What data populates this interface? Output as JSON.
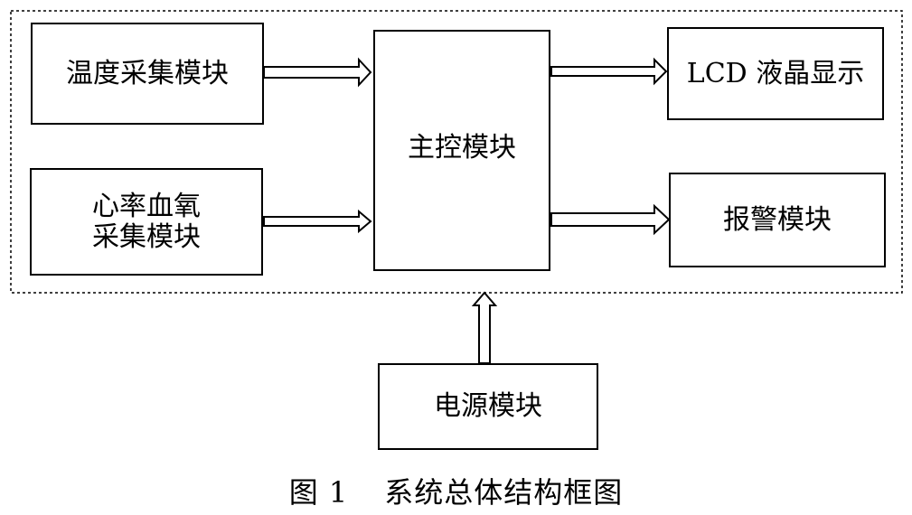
{
  "diagram": {
    "modules": {
      "temperature": "温度采集模块",
      "heart_rate_line1": "心率血氧",
      "heart_rate_line2": "采集模块",
      "main_control": "主控模块",
      "lcd": "LCD 液晶显示",
      "alarm": "报警模块",
      "power": "电源模块"
    },
    "caption": {
      "figure_number": "图 1",
      "title": "系统总体结构框图"
    }
  }
}
